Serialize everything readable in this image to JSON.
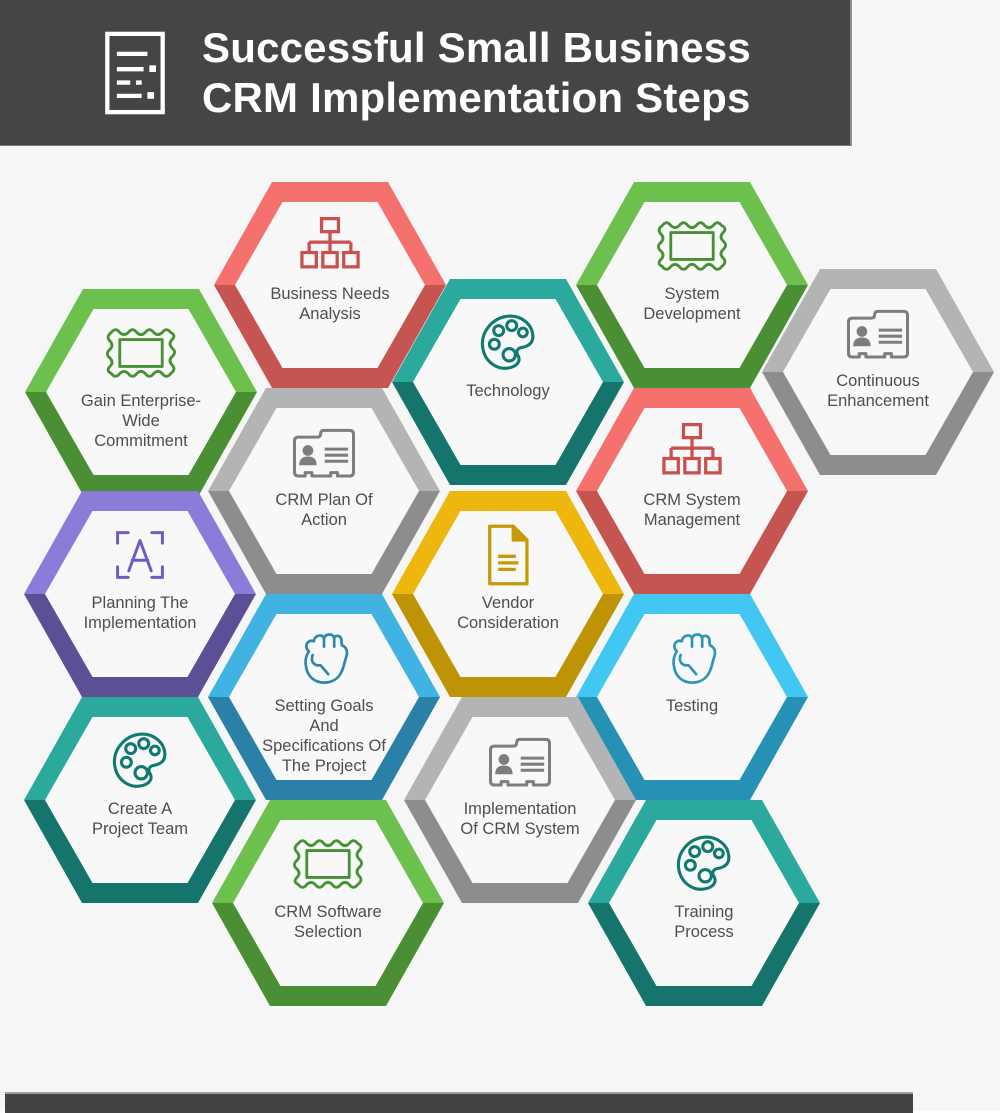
{
  "page": {
    "background": "#f6f6f6"
  },
  "header": {
    "background": "#454545",
    "text_color": "#ffffff",
    "icon": "document-list-icon",
    "title_lines": [
      "Successful Small Business",
      "CRM Implementation Steps"
    ]
  },
  "footer": {
    "background": "#434343"
  },
  "label_text_color": "#4e4e4e",
  "hexagons": [
    {
      "id": "business-needs-analysis",
      "label": "Business Needs\nAnalysis",
      "icon": "sitemap-icon",
      "color_light": "#F4716E",
      "color_dark": "#C65450",
      "icon_color": "#C9504E"
    },
    {
      "id": "system-development",
      "label": "System\nDevelopment",
      "icon": "frame-icon",
      "color_light": "#6CC14E",
      "color_dark": "#4A8F33",
      "icon_color": "#459133"
    },
    {
      "id": "gain-enterprise-wide-commitment",
      "label": "Gain Enterprise-\nWide\nCommitment",
      "icon": "frame-icon",
      "color_light": "#6CC14E",
      "color_dark": "#4A8F33",
      "icon_color": "#459133"
    },
    {
      "id": "technology",
      "label": "Technology",
      "icon": "palette-icon",
      "color_light": "#2BA99D",
      "color_dark": "#15756D",
      "icon_color": "#117A70"
    },
    {
      "id": "continuous-enhancement",
      "label": "Continuous\nEnhancement",
      "icon": "contact-card-icon",
      "color_light": "#B4B4B4",
      "color_dark": "#8D8D8D",
      "icon_color": "#7D7D7D"
    },
    {
      "id": "crm-plan-of-action",
      "label": "CRM Plan Of\nAction",
      "icon": "contact-card-icon",
      "color_light": "#B4B4B4",
      "color_dark": "#8D8D8D",
      "icon_color": "#7D7D7D"
    },
    {
      "id": "crm-system-management",
      "label": "CRM System\nManagement",
      "icon": "sitemap-icon",
      "color_light": "#F4716E",
      "color_dark": "#C65450",
      "icon_color": "#C9504E"
    },
    {
      "id": "planning-the-implementation",
      "label": "Planning The\nImplementation",
      "icon": "font-a-icon",
      "color_light": "#8C7CD9",
      "color_dark": "#5C4F95",
      "icon_color": "#6D5DC3"
    },
    {
      "id": "vendor-consideration",
      "label": "Vendor\nConsideration",
      "icon": "document-icon",
      "color_light": "#EDB70D",
      "color_dark": "#BE9305",
      "icon_color": "#C49B07"
    },
    {
      "id": "setting-goals-and-specifications",
      "label": "Setting Goals\nAnd\nSpecifications Of\nThe Project",
      "icon": "fist-icon",
      "color_light": "#40B3E2",
      "color_dark": "#2A80A6",
      "icon_color": "#2E86AC"
    },
    {
      "id": "testing",
      "label": "Testing",
      "icon": "fist-icon",
      "color_light": "#41C7F1",
      "color_dark": "#2592B5",
      "icon_color": "#2B96B9"
    },
    {
      "id": "create-a-project-team",
      "label": "Create A\nProject Team",
      "icon": "palette-icon",
      "color_light": "#2BA99D",
      "color_dark": "#15756D",
      "icon_color": "#117A70"
    },
    {
      "id": "implementation-of-crm-system",
      "label": "Implementation\nOf CRM System",
      "icon": "contact-card-icon",
      "color_light": "#B4B4B4",
      "color_dark": "#8D8D8D",
      "icon_color": "#7D7D7D"
    },
    {
      "id": "crm-software-selection",
      "label": "CRM Software\nSelection",
      "icon": "frame-icon",
      "color_light": "#6CC14E",
      "color_dark": "#4A8F33",
      "icon_color": "#459133"
    },
    {
      "id": "training-process",
      "label": "Training\nProcess",
      "icon": "palette-icon",
      "color_light": "#2BA99D",
      "color_dark": "#15756D",
      "icon_color": "#117A70"
    }
  ]
}
